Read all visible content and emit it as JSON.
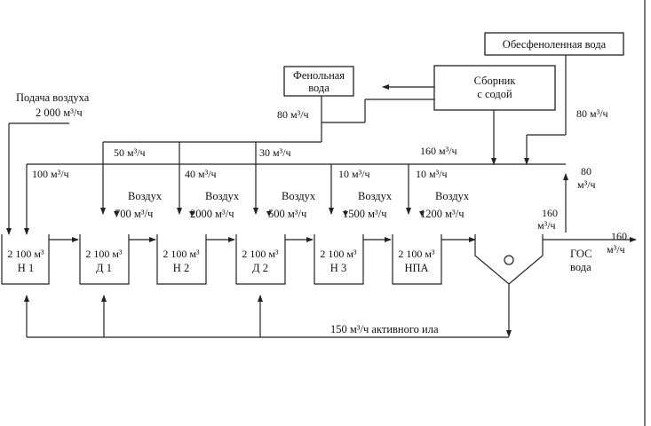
{
  "nodes": {
    "obesfenol": "Обесфеноленная вода",
    "sbornik_1": "Сборник",
    "sbornik_2": "с содой",
    "fenol_1": "Фенольная",
    "fenol_2": "вода"
  },
  "tanks": [
    {
      "volume": "2 100 м³",
      "name": "Н 1"
    },
    {
      "volume": "2 100 м³",
      "name": "Д 1"
    },
    {
      "volume": "2 100 м³",
      "name": "Н 2"
    },
    {
      "volume": "2 100 м³",
      "name": "Д 2"
    },
    {
      "volume": "2 100 м³",
      "name": "Н 3"
    },
    {
      "volume": "2 100 м³",
      "name": "НПА"
    }
  ],
  "air_supply": {
    "label": "Подача воздуха",
    "flow": "2 000 м³/ч"
  },
  "air": [
    {
      "label": "Воздух",
      "flow": "700 м³/ч"
    },
    {
      "label": "Воздух",
      "flow": "2000 м³/ч"
    },
    {
      "label": "Воздух",
      "flow": "500 м³/ч"
    },
    {
      "label": "Воздух",
      "flow": "1500 м³/ч"
    },
    {
      "label": "Воздух",
      "flow": "1200 м³/ч"
    }
  ],
  "flows": {
    "phenol_80": "80 м³/ч",
    "right_80": "80 м³/ч",
    "dist_160": "160 м³/ч",
    "h1_100": "100 м³/ч",
    "d1_50": "50 м³/ч",
    "n2_40": "40 м³/ч",
    "d2_30": "30 м³/ч",
    "n3_10": "10 м³/ч",
    "npa_10": "10 м³/ч",
    "right_80b_val": "80",
    "right_80b_unit": "м³/ч",
    "sett_160_val": "160",
    "sett_160_unit": "м³/ч",
    "out_160_val": "160",
    "out_160_unit": "м³/ч",
    "sludge": "150 м³/ч активного ила"
  },
  "output": {
    "line1": "ГОС",
    "line2": "вода"
  }
}
